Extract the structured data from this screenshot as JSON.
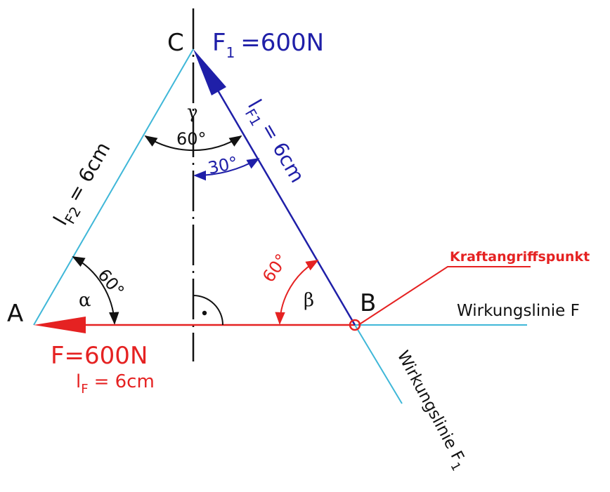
{
  "points": {
    "a": "A",
    "b": "B",
    "c": "C"
  },
  "angles": {
    "alpha": "α",
    "beta": "β",
    "gamma": "γ"
  },
  "force": {
    "main": "F=600N",
    "length_prefix": "l",
    "length_sub": "F",
    "length_value": "= 6cm"
  },
  "force1": {
    "prefix": "F",
    "sub": "1",
    "value": "=600N",
    "length_prefix": "l",
    "length_sub": "F1",
    "length_value": "= 6cm"
  },
  "force2": {
    "length_prefix": "l",
    "length_sub": "F2",
    "length_value": "= 6cm"
  },
  "arcs": {
    "top_60": "60°",
    "thirty": "30°",
    "left_60": "60°",
    "right_60": "60°"
  },
  "labels": {
    "kraft": "Kraftangriffspunkt",
    "wirk_f": "Wirkungslinie F",
    "wirk_f1_text": "Wirkungslinie F",
    "wirk_f1_sub": "1"
  },
  "colors": {
    "red": "#e52222",
    "blue": "#1f1fa8",
    "cyan": "#3fb7d8",
    "black": "#111111"
  }
}
